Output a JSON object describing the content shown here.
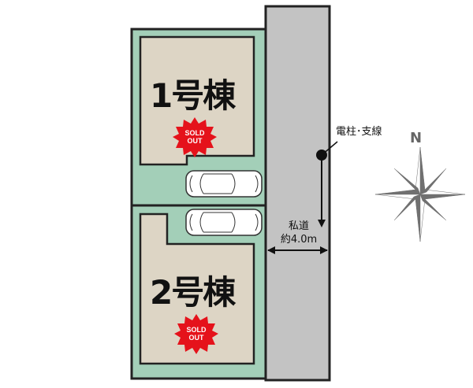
{
  "lots": [
    {
      "label": "1号棟",
      "status": "SOLD OUT"
    },
    {
      "label": "2号棟",
      "status": "SOLD OUT"
    }
  ],
  "sold_badge": {
    "line1": "SOLD",
    "line2": "OUT"
  },
  "utility_pole": {
    "label": "電柱･支線"
  },
  "road": {
    "name": "私道",
    "width": "約4.0m"
  },
  "compass": {
    "north": "N"
  },
  "colors": {
    "lot": "#a3cfb8",
    "house": "#ddd5c5",
    "road": "#c3c3c3",
    "sold": "#e5121b",
    "compass": "#707070"
  }
}
